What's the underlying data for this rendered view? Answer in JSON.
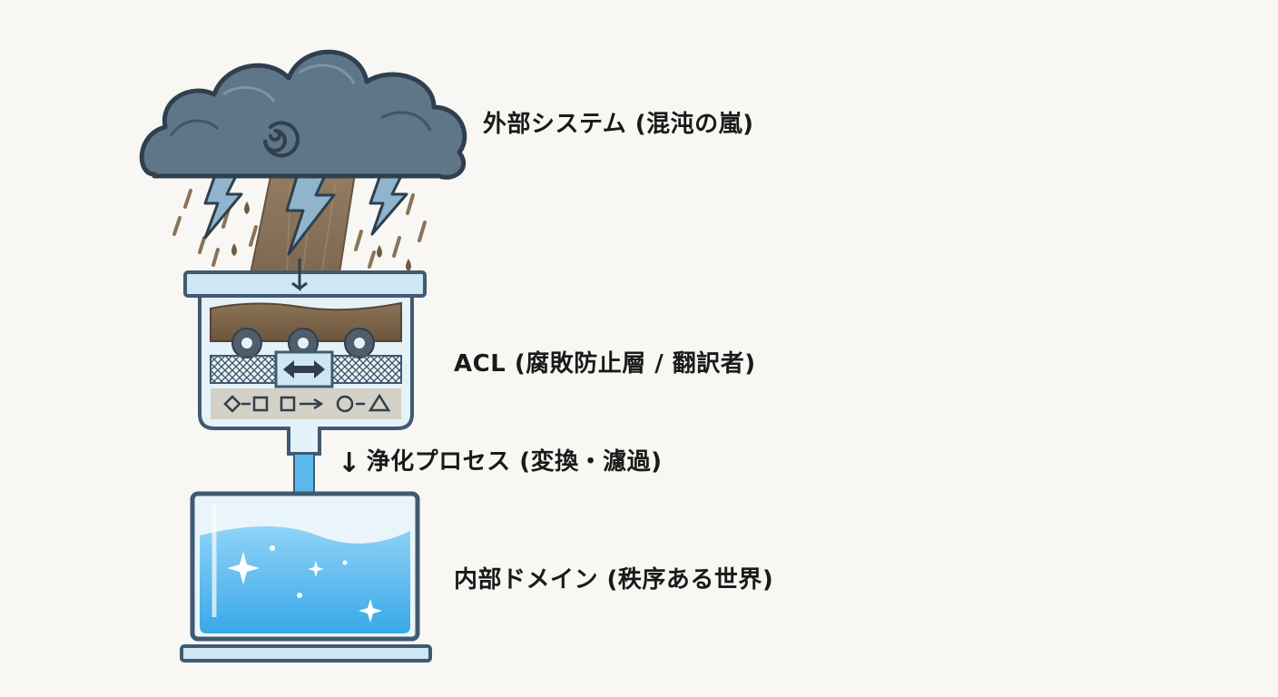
{
  "labels": {
    "external": "外部システム (混沌の嵐)",
    "acl": "ACL (腐敗防止層 / 翻訳者)",
    "process_arrow": "↓",
    "process": "浄化プロセス (変換・濾過)",
    "internal": "内部ドメイン (秩序ある世界)"
  },
  "colors": {
    "background": "#f8f7f3",
    "cloud": "#5f7588",
    "cloud_outline": "#2f3f4e",
    "mud": "#7a6248",
    "filter_glass": "#cfe6f3",
    "water": "#4fb3ec",
    "outline": "#3f5a72"
  },
  "icons": [
    "storm-cloud-icon",
    "lightning-icon",
    "gear-icon",
    "bidirectional-arrow-icon",
    "sparkle-icon"
  ]
}
